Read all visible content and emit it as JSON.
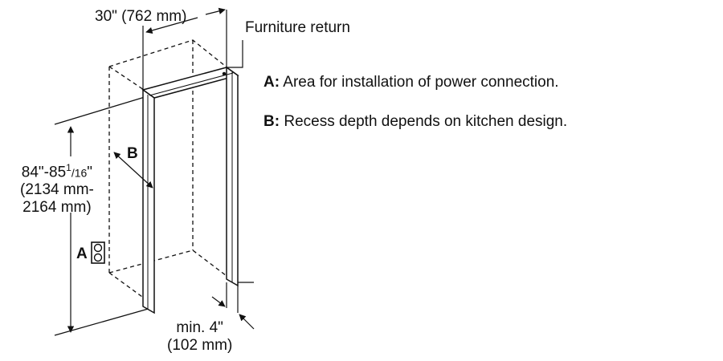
{
  "labels": {
    "width_dim": "30\" (762 mm)",
    "furniture_return": "Furniture return",
    "marker_a": "A",
    "marker_b": "B",
    "height_line1_a": "84\"-85",
    "height_line1_sup": "1",
    "height_line1_sub": "/16",
    "height_line1_b": "\"",
    "height_line2": "(2134 mm-",
    "height_line3": "2164 mm)",
    "min_line1": "min. 4\"",
    "min_line2": "(102 mm)"
  },
  "notes": [
    {
      "key": "A:",
      "text": " Area for installation of power connection."
    },
    {
      "key": "B:",
      "text": " Recess depth depends on kitchen design."
    }
  ]
}
